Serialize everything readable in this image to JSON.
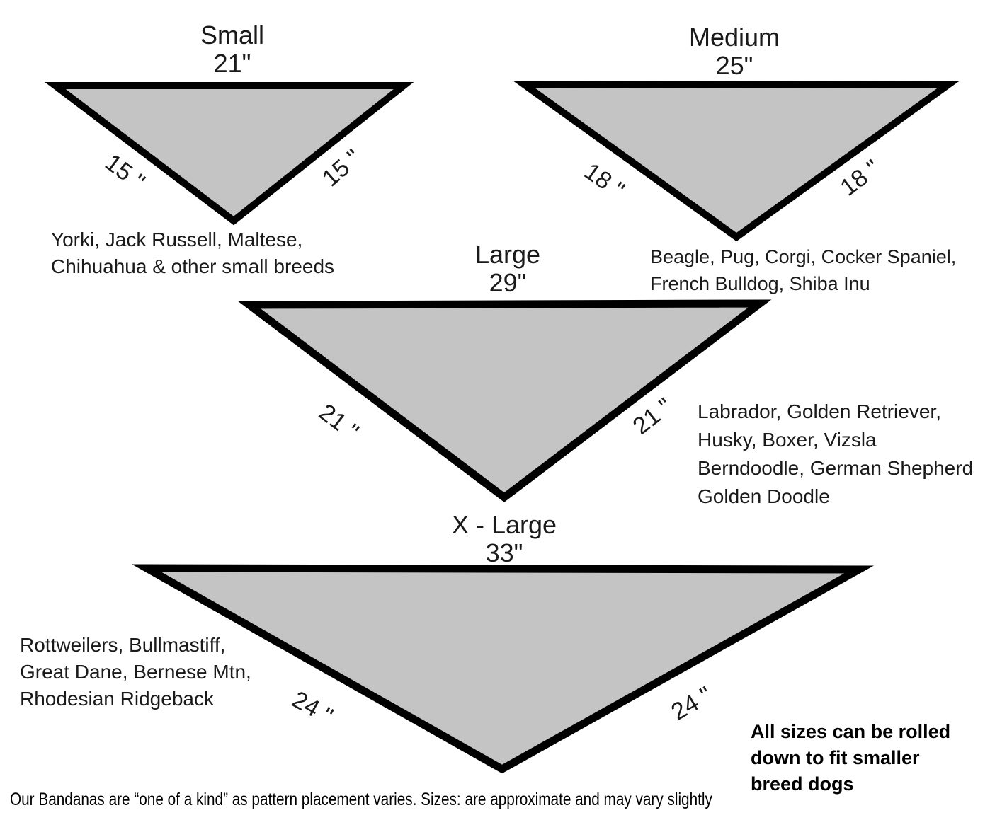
{
  "colors": {
    "triangle_fill": "#c4c4c4",
    "triangle_border": "#000000",
    "text": "#1a1a1a"
  },
  "sizes": [
    {
      "name": "Small",
      "neck": "21\"",
      "left_side": "15 \"",
      "right_side": "15 \"",
      "breeds": [
        "Yorki, Jack Russell, Maltese,",
        "Chihuahua & other small breeds"
      ]
    },
    {
      "name": "Medium",
      "neck": "25\"",
      "left_side": "18 \"",
      "right_side": "18 \"",
      "breeds": [
        "Beagle, Pug, Corgi, Cocker Spaniel,",
        "French Bulldog, Shiba Inu"
      ]
    },
    {
      "name": "Large",
      "neck": "29\"",
      "left_side": "21 \"",
      "right_side": "21 \"",
      "breeds": [
        "Labrador, Golden Retriever,",
        "Husky, Boxer, Vizsla",
        "Berndoodle, German Shepherd",
        "Golden Doodle"
      ]
    },
    {
      "name": "X - Large",
      "neck": "33\"",
      "left_side": "24 \"",
      "right_side": "24 \"",
      "breeds": [
        "Rottweilers, Bullmastiff,",
        "Great Dane, Bernese Mtn,",
        "Rhodesian Ridgeback"
      ]
    }
  ],
  "note_lines": [
    "All sizes can be rolled",
    "down to fit smaller",
    "breed dogs"
  ],
  "footer": "Our Bandanas are “one of a kind” as pattern placement varies. Sizes: are approximate and may vary slightly"
}
